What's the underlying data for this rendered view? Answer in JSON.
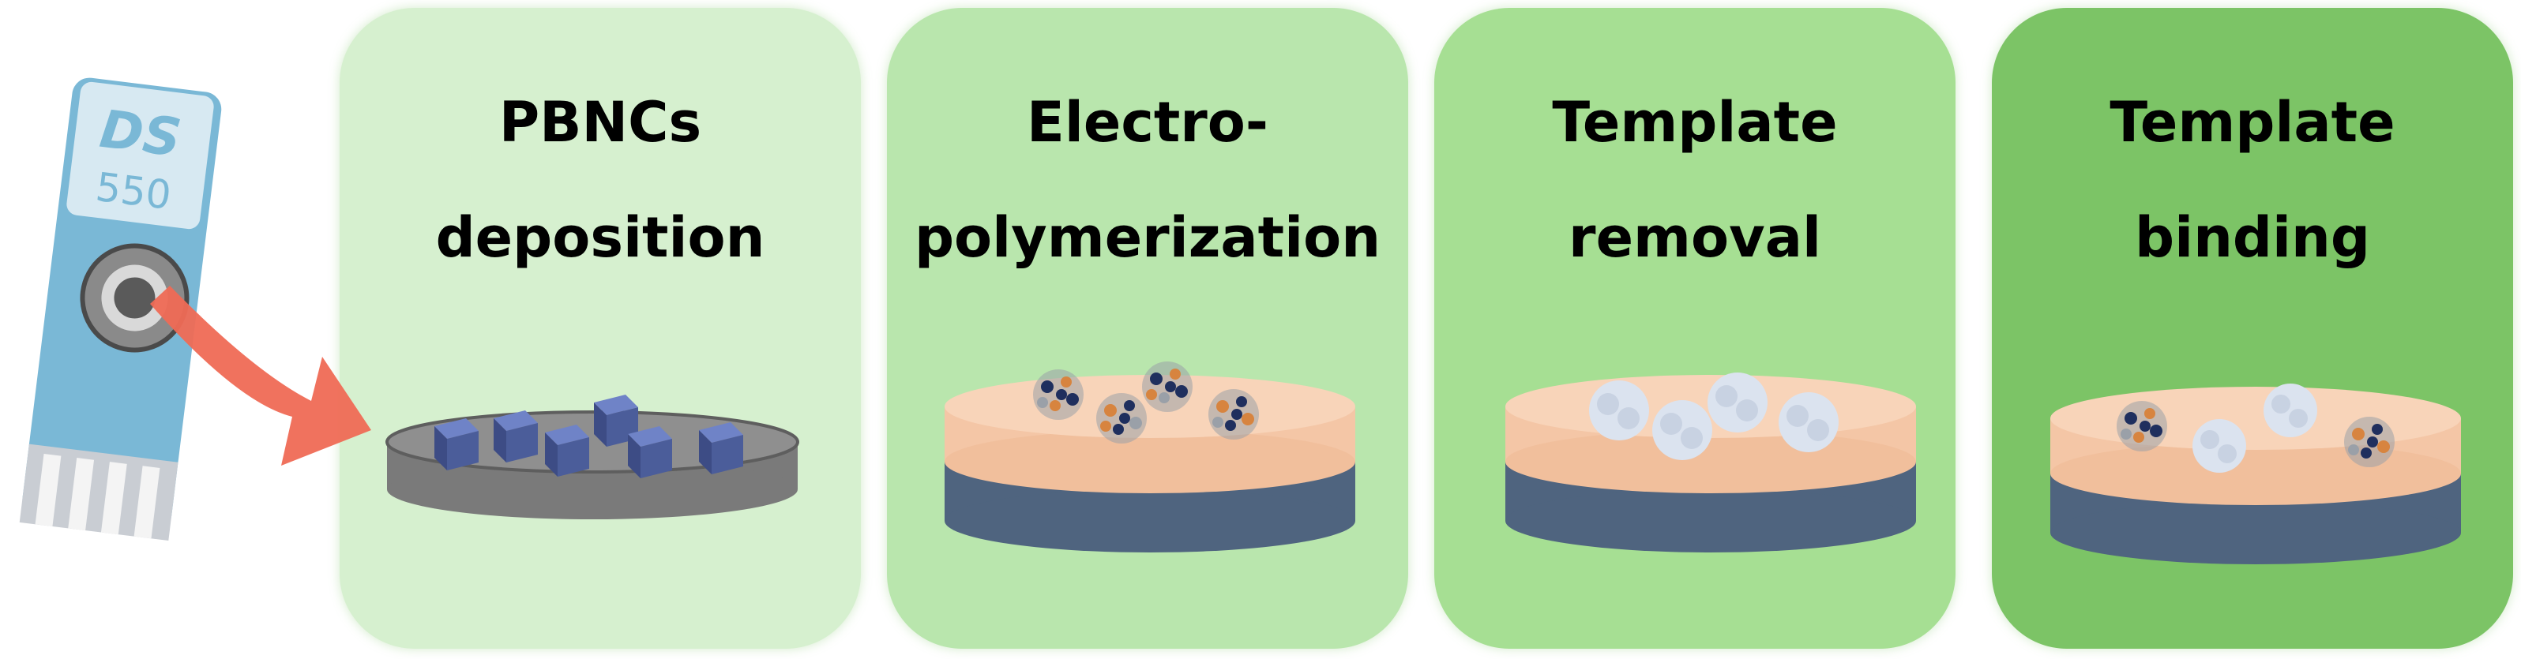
{
  "strip": {
    "logo_text": "DS",
    "model_text": "550",
    "body_color": "#7ab8d6",
    "arrow_color": "#ef6a55"
  },
  "panels": [
    {
      "line1": "PBNCs",
      "line2": "deposition",
      "color": "#d6f0cf"
    },
    {
      "line1": "Electro-",
      "line2": "polymerization",
      "color": "#b9e6ad"
    },
    {
      "line1": "Template",
      "line2": "removal",
      "color": "#a6df93"
    },
    {
      "line1": "Template",
      "line2": "binding",
      "color": "#7cc466"
    }
  ],
  "colors": {
    "gray_disk": "#7a7a7a",
    "cube": "#4b5d9a",
    "polymer_layer": "#f4c6a6",
    "substrate": "#4f647f",
    "template_dark": "#1f2f5e",
    "template_orange": "#d7843f",
    "template_gray": "#9aa0a8",
    "cavity": "#dbe3ef"
  }
}
